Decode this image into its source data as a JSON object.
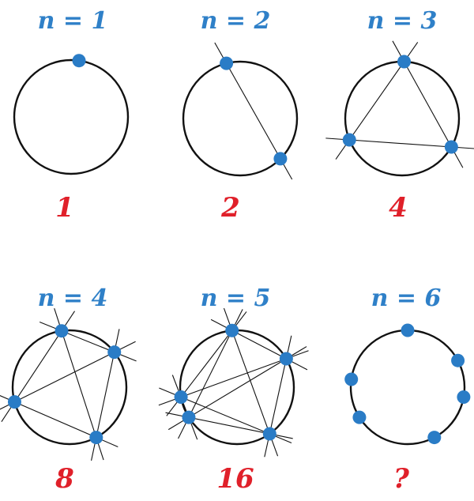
{
  "colors": {
    "label": "#2f80c8",
    "count": "#e0202a",
    "point": "#2a7cc6",
    "stroke": "#111111"
  },
  "panels": [
    {
      "label": "n = 1",
      "count": "1",
      "points": 1,
      "chords_drawn": false
    },
    {
      "label": "n = 2",
      "count": "2",
      "points": 2,
      "chords_drawn": true
    },
    {
      "label": "n = 3",
      "count": "4",
      "points": 3,
      "chords_drawn": true
    },
    {
      "label": "n = 4",
      "count": "8",
      "points": 4,
      "chords_drawn": true
    },
    {
      "label": "n = 5",
      "count": "16",
      "points": 5,
      "chords_drawn": true
    },
    {
      "label": "n = 6",
      "count": "?",
      "points": 6,
      "chords_drawn": false
    }
  ]
}
